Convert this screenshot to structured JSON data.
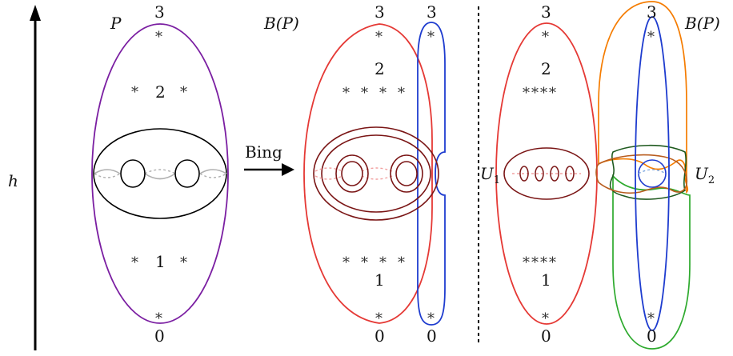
{
  "axis": {
    "label": "h"
  },
  "panel_a": {
    "title": "P",
    "top_value": "3",
    "level_2": "2",
    "level_1": "1",
    "bottom_value": "0"
  },
  "arrow": {
    "label": "Bing"
  },
  "panel_b": {
    "title": "B(P)",
    "top_left_value": "3",
    "top_right_value": "3",
    "level_2": "2",
    "level_1": "1",
    "bottom_left_value": "0",
    "bottom_right_value": "0"
  },
  "panel_c": {
    "title": "B(P)",
    "top_left_value": "3",
    "top_right_value": "3",
    "level_2": "2",
    "level_1": "1",
    "bottom_left_value": "0",
    "bottom_right_value": "0",
    "region_left": "U",
    "region_left_sub": "1",
    "region_right": "U",
    "region_right_sub": "2"
  },
  "star_symbol": "*",
  "colors": {
    "purple": "#7b1fa2",
    "red": "#e53935",
    "blue": "#1e3ccf",
    "dark_red": "#7a1515",
    "orange": "#f57c00",
    "brown": "#b85c1e",
    "green": "#2eaa2e",
    "dark_green": "#1f5a1f",
    "light_blue_dash": "#7fa8e0",
    "gray": "#b0b0b0",
    "pink_dash": "#f2a0a0"
  }
}
